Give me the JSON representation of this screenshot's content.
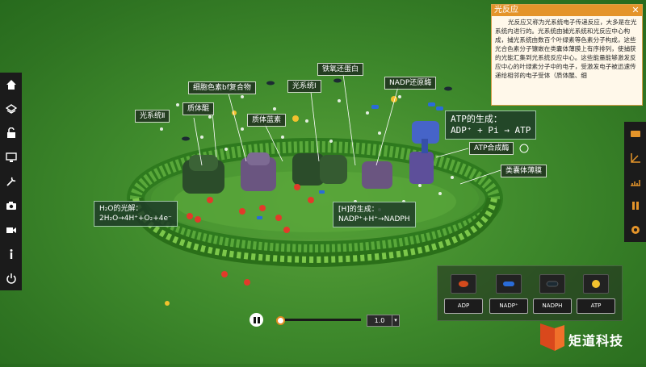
{
  "panel": {
    "title": "光反应",
    "close": "✕",
    "text": "光反应又称为光系统电子传递反应，大多是在光系统内进行的。光系统由捕光系统和光反应中心构成，捕光系统由数百个叶绿素等色素分子构成，这些光合色素分子镶嵌在类囊体薄膜上有序排列，使捕获的光能汇集到光系统反应中心。这些能量能够激发反应中心的叶绿素分子中的电子，受激发电子被迅速传递给相邻的电子受体（质体醌、细"
  },
  "labels": {
    "ps2": "光系统Ⅱ",
    "pq": "质体醌",
    "cyt": "细胞色素bf复合物",
    "pc": "质体蓝素",
    "ps1": "光系统Ⅰ",
    "fd": "铁氧还蛋白",
    "nadp_red": "NADP还原酶",
    "atp_syn": "ATP合成酶",
    "membrane": "类囊体薄膜"
  },
  "equations": {
    "atp_title": "ATP的生成：",
    "atp_eq": "ADP⁺ + Pi → ATP",
    "water_title": "H₂O的光解：",
    "water_eq": "2H₂O→4H⁺+O₂+4e⁻",
    "h_title": "[H]的生成：",
    "h_eq": "NADP⁺+H⁺→NADPH"
  },
  "legend": [
    {
      "label": "ADP",
      "icon": "adp-icon"
    },
    {
      "label": "NADP⁺",
      "icon": "nadp-icon"
    },
    {
      "label": "NADPH",
      "icon": "nadph-icon"
    },
    {
      "label": "ATP",
      "icon": "atp-icon"
    }
  ],
  "playback": {
    "speed": "1.0",
    "progress": 0.03
  },
  "brand": {
    "name": "矩道科技"
  },
  "colors": {
    "accent": "#e4942a",
    "membrane": "#3e9a2a",
    "dark": "#1b1b1b"
  }
}
